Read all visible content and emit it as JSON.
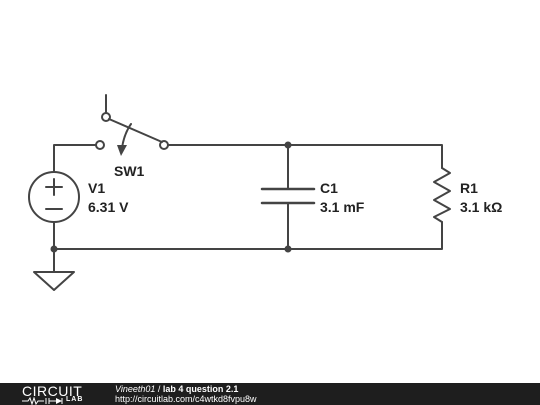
{
  "components": {
    "v1": {
      "name": "V1",
      "value": "6.31 V"
    },
    "sw1": {
      "name": "SW1"
    },
    "c1": {
      "name": "C1",
      "value": "3.1 mF"
    },
    "r1": {
      "name": "R1",
      "value": "3.1 kΩ"
    }
  },
  "footer": {
    "logo_main": "CIRCUIT",
    "logo_sub": "LAB",
    "author": "Vineeth01",
    "separator": " / ",
    "title": "lab 4 question 2.1",
    "url": "http://circuitlab.com/c4wtkd8fvpu8w"
  },
  "colors": {
    "wire": "#444444",
    "footer_bg": "#1e1e1e"
  }
}
